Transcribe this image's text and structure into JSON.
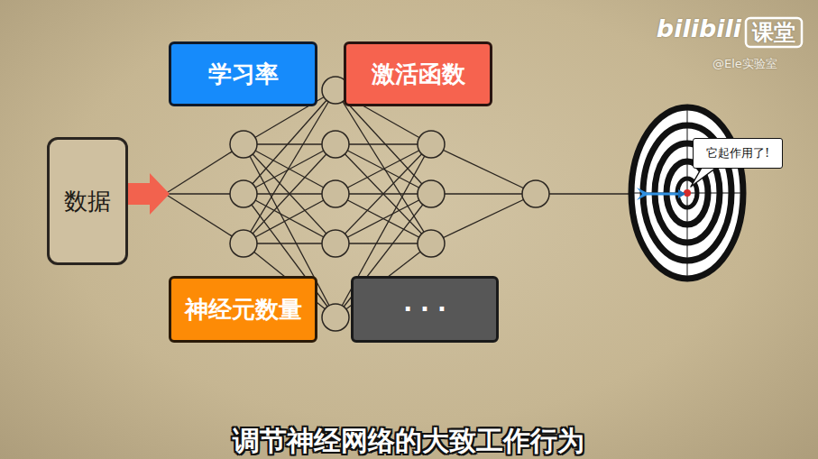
{
  "diagram": {
    "caption": "调节神经网络的大致工作行为",
    "nodes": [
      {
        "text": [
          "数据"
        ]
      },
      {
        "text": [
          "学习率"
        ]
      },
      {
        "text": [
          "激活函数"
        ]
      },
      {
        "text": [
          "神经元数量"
        ]
      },
      {
        "text": [
          "· · ·"
        ]
      },
      {
        "text": [
          "它起作用了!"
        ]
      }
    ],
    "labels": [
      "bilibili",
      "课堂",
      "@Ele实验室"
    ]
  }
}
